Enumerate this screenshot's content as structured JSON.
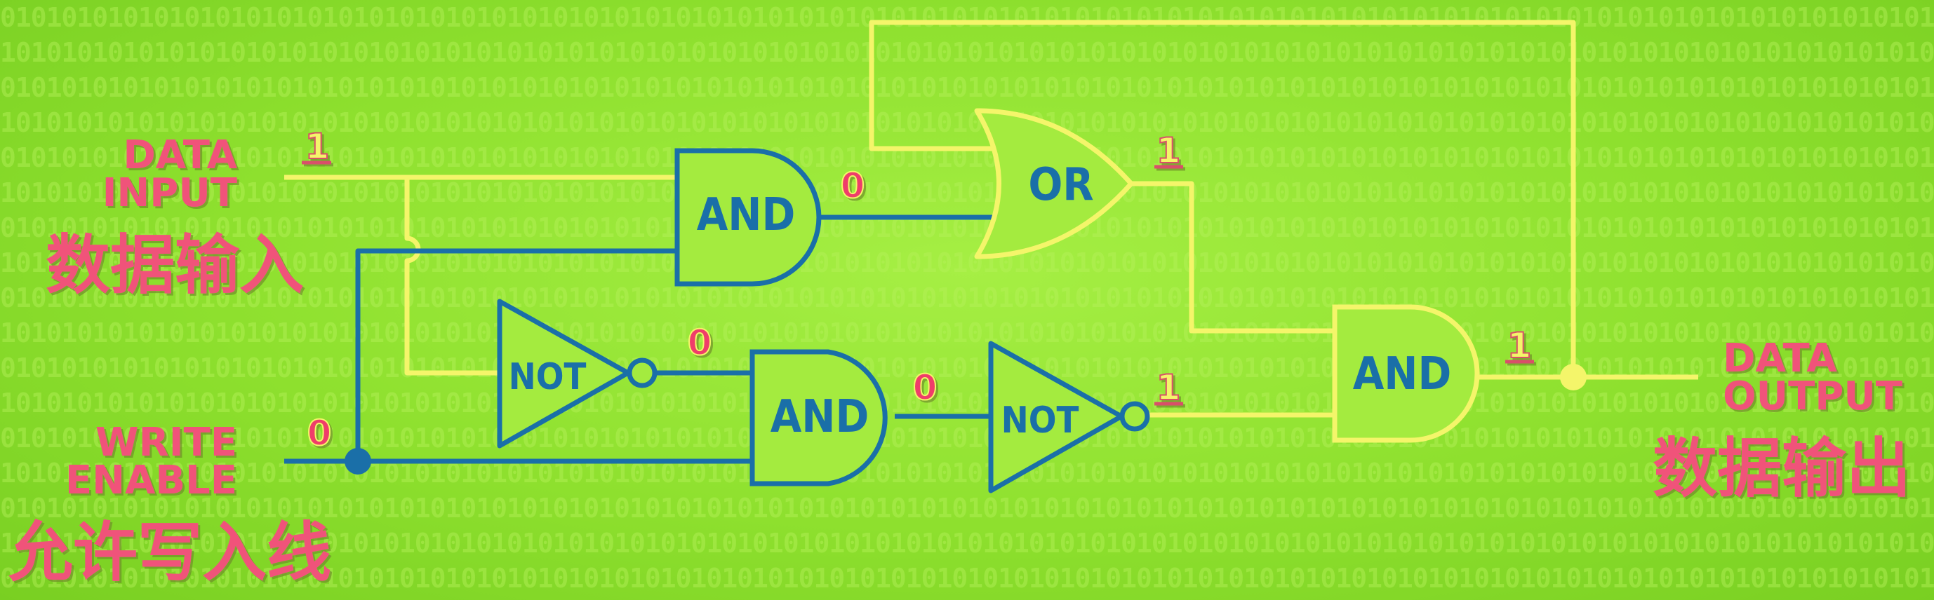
{
  "labels": {
    "data_input_line1": "DATA",
    "data_input_line2": "INPUT",
    "data_input_zh": "数据输入",
    "write_enable_line1": "WRITE",
    "write_enable_line2": "ENABLE",
    "write_enable_zh": "允许写入线",
    "data_output_line1": "DATA",
    "data_output_line2": "OUTPUT",
    "data_output_zh": "数据输出"
  },
  "gates": {
    "and_top": "AND",
    "or_gate": "OR",
    "not_top": "NOT",
    "and_middle": "AND",
    "not_right": "NOT",
    "and_output": "AND"
  },
  "bits": {
    "data_input": "1",
    "write_enable": "0",
    "and_top_out": "0",
    "or_out": "1",
    "not_top_out": "0",
    "and_middle_out": "0",
    "not_right_out": "1",
    "and_output_out": "1"
  },
  "colors": {
    "background": "#8ee02e",
    "wire_on": "#f4f56a",
    "wire_off": "#1a6fa8",
    "label_pink": "#f0527a",
    "bit_pink": "#ef3e6a",
    "bit_yellow": "#f4f56a"
  }
}
